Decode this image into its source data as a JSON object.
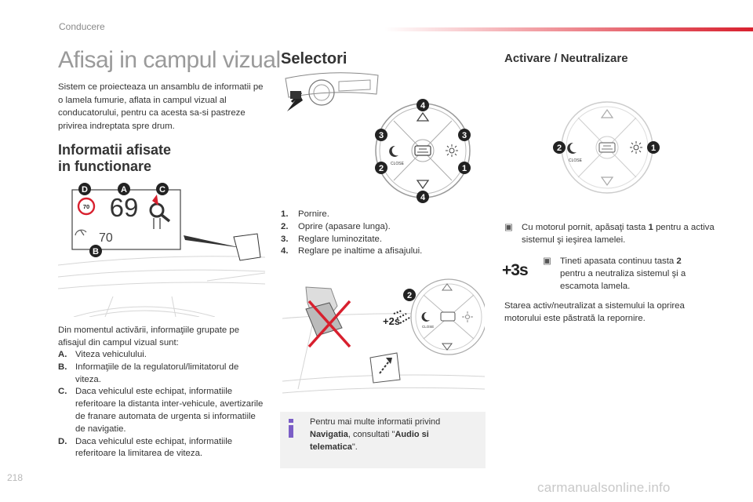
{
  "header": {
    "section": "Conducere"
  },
  "page_number": "218",
  "watermark": "carmanualsonline.info",
  "left": {
    "title": "Afisaj in campul vizual",
    "intro": "Sistem ce proiecteaza un ansamblu de informatii pe o lamela fumurie, aflata in campul vizual al conducatorului, pentru ca acesta sa-si pastreze privirea indreptata spre drum.",
    "heading_line1": "Informatii afisate",
    "heading_line2": "in functionare",
    "figure": {
      "labels": {
        "a": "A",
        "b": "B",
        "c": "C",
        "d": "D"
      },
      "speed": "69",
      "limit": "70",
      "cruise": "70"
    },
    "list_intro": "Din momentul activării, informaţiile grupate pe afisajul din campul vizual sunt:",
    "items": [
      {
        "key": "A.",
        "text": "Viteza vehiculului."
      },
      {
        "key": "B.",
        "text": "Informaţiile de la regulatorul/limitatorul de viteza."
      },
      {
        "key": "C.",
        "text": "Daca vehiculul este echipat, informatiile referitoare la distanta inter-vehicule, avertizarile de franare automata de urgenta si informatiile de navigatie."
      },
      {
        "key": "D.",
        "text": "Daca vehiculul este echipat, informatiile referitoare la limitarea de viteza."
      }
    ]
  },
  "middle": {
    "title": "Selectori",
    "control": {
      "n1": "1",
      "n2": "2",
      "n3": "3",
      "n4": "4",
      "close": "CLOSE"
    },
    "items": [
      {
        "key": "1.",
        "text": "Pornire."
      },
      {
        "key": "2.",
        "text": "Oprire (apasare lunga)."
      },
      {
        "key": "3.",
        "text": "Reglare luminozitate."
      },
      {
        "key": "4.",
        "text": "Reglare pe inaltime a afisajului."
      }
    ],
    "figure2": {
      "badge": "2",
      "timer": "+2s"
    },
    "info": {
      "t1": "Pentru mai multe informatii privind ",
      "b1": "Navigatia",
      "t2": ", consultati \"",
      "b2": "Audio si telematica",
      "t3": "\"."
    }
  },
  "right": {
    "title": "Activare / Neutralizare",
    "control": {
      "n1": "1",
      "n2": "2",
      "close": "CLOSE"
    },
    "step1": "Cu motorul pornit, apăsaţi tasta 1 pentru a activa sistemul şi ieşirea lamelei.",
    "step1_pre": "Cu motorul pornit, apăsaţi tasta ",
    "step1_key": "1",
    "step1_post": " pentru a activa sistemul şi ieşirea lamelei.",
    "timer": "+3s",
    "step2_pre": "Tineti apasata continuu tasta ",
    "step2_key": "2",
    "step2_post": " pentru a neutraliza sistemul şi a escamota lamela.",
    "note": "Starea activ/neutralizat a sistemului la oprirea motorului este păstrată la repornire."
  },
  "colors": {
    "accent": "#d8202e",
    "badge": "#222222",
    "text": "#333333",
    "title_gray": "#9a9a9a"
  }
}
